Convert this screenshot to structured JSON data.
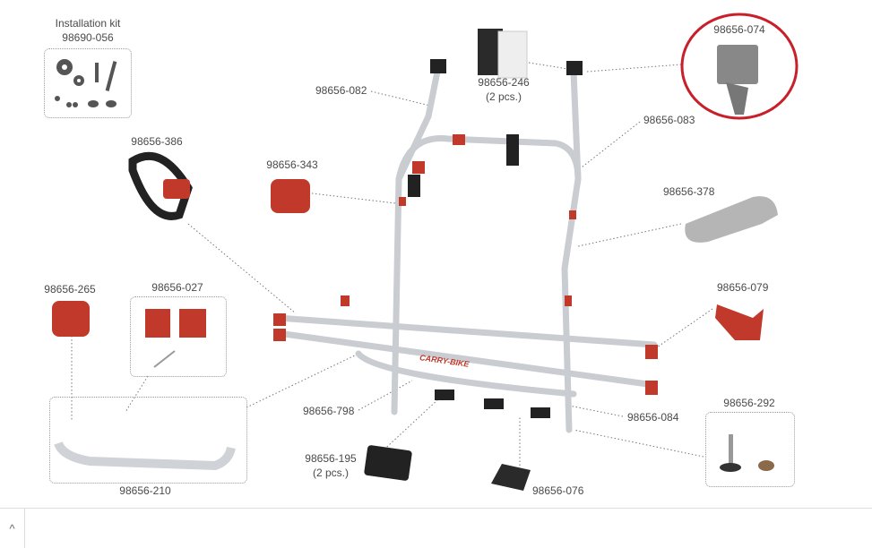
{
  "installation_kit": {
    "title": "Installation kit",
    "part": "98690-056"
  },
  "parts": {
    "p082": "98656-082",
    "p246": "98656-246",
    "p246_qty": "(2 pcs.)",
    "p074": "98656-074",
    "p083": "98656-083",
    "p386": "98656-386",
    "p343": "98656-343",
    "p378": "98656-378",
    "p265": "98656-265",
    "p027": "98656-027",
    "p079": "98656-079",
    "p798": "98656-798",
    "p084": "98656-084",
    "p292": "98656-292",
    "p195": "98656-195",
    "p195_qty": "(2 pcs.)",
    "p076": "98656-076",
    "p210": "98656-210"
  },
  "rack_logo": "CARRY-BIKE",
  "colors": {
    "highlight_circle": "#c8202a",
    "part_red": "#c0392b",
    "frame": "#c9ccd0",
    "label": "#4a4a4a"
  },
  "bottom_bar": {
    "collapse_icon": "chevron-up-icon",
    "collapse_glyph": "^"
  }
}
